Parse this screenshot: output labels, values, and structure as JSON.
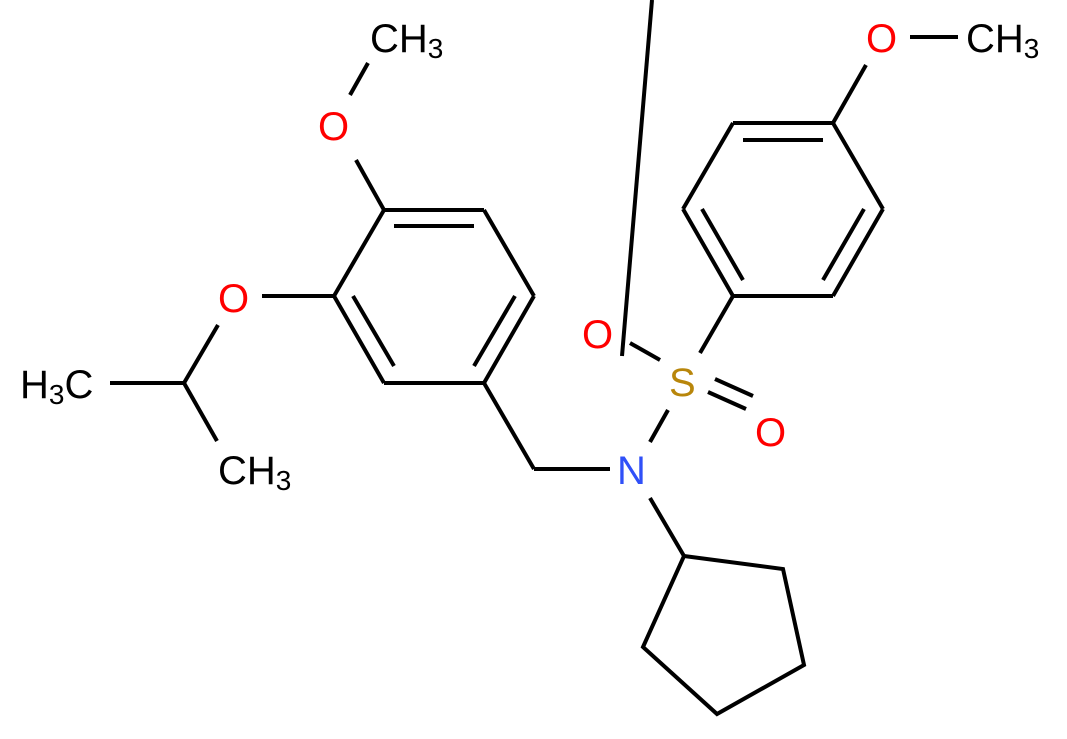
{
  "molecule": {
    "description": "N-cyclopentyl-4-methoxy-N-[(4-methoxy-3-propan-2-yloxyphenyl)methyl]benzenesulfonamide",
    "colors": {
      "bond": "#000000",
      "oxygen": "#ff0000",
      "nitrogen": "#3050f8",
      "sulfur": "#b8860b",
      "carbon": "#000000"
    },
    "labels": {
      "ch3_top_methoxy": {
        "main": "CH",
        "sub": "3"
      },
      "o_top_methoxy": "O",
      "o_isopropoxy": "O",
      "h3c_isopropyl": {
        "pre": "H",
        "sub": "3",
        "main": "C"
      },
      "ch3_isopropyl": {
        "main": "CH",
        "sub": "3"
      },
      "o_sulfonyl_1": "O",
      "s_sulfonyl": "S",
      "o_sulfonyl_2": "O",
      "n_amine": "N",
      "o_right_methoxy": "O",
      "ch3_right_methoxy": {
        "main": "CH",
        "sub": "3"
      }
    }
  }
}
